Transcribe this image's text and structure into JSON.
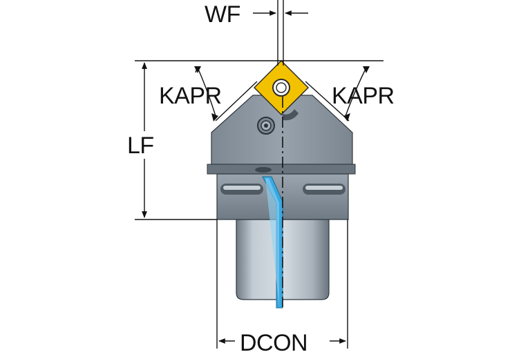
{
  "labels": {
    "wf": "WF",
    "kapr_left": "KAPR",
    "kapr_right": "KAPR",
    "lf": "LF",
    "dcon": "DCON"
  },
  "colors": {
    "insert": "#f2c200",
    "body": "#8f9aa4",
    "body_dark": "#5e6a74",
    "shank": "#b9c2cb",
    "coolant": "#3aa8e0",
    "line": "#111111"
  }
}
